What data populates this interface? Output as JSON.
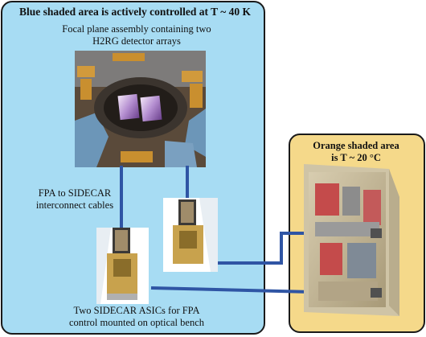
{
  "colors": {
    "blue_region": "#a7dcf3",
    "orange_region": "#f5d98a",
    "cable": "#2f55a4",
    "outline": "#1a1a1a"
  },
  "blue_region": {
    "title": "Blue shaded area is actively controlled at T ~ 40 K"
  },
  "focal_plane": {
    "caption_line1": "Focal plane assembly containing two",
    "caption_line2": "H2RG detector arrays"
  },
  "cables": {
    "label_line1": "FPA to SIDECAR",
    "label_line2": "interconnect cables"
  },
  "asics": {
    "caption_line1": "Two SIDECAR ASICs for FPA",
    "caption_line2": "control mounted on optical bench"
  },
  "orange_region": {
    "title_line1": "Orange shaded area",
    "title_line2": "is T ~ 20 °C"
  }
}
